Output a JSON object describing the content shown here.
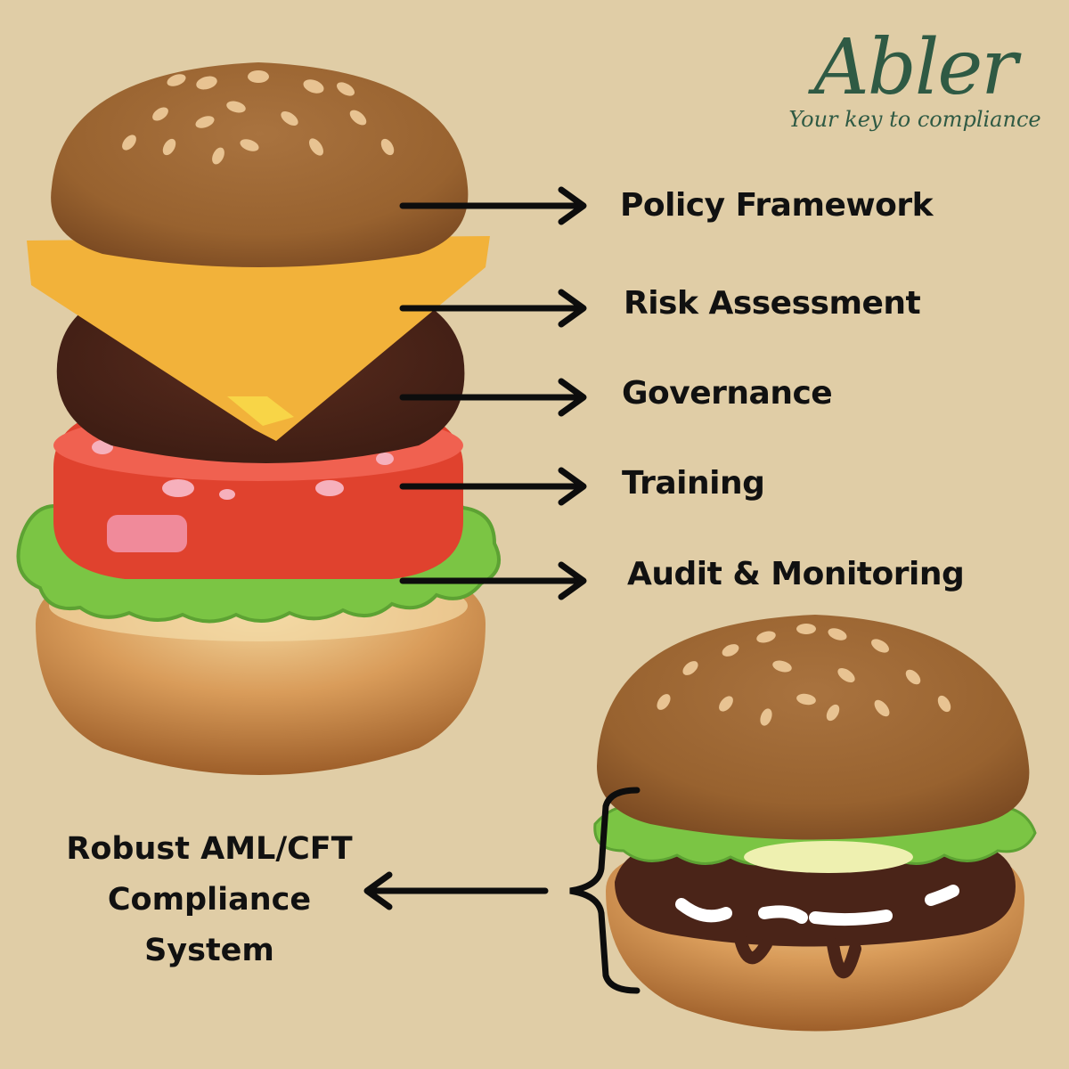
{
  "logo": {
    "wordmark": "Abler",
    "tagline": "Your key to compliance"
  },
  "layers": [
    {
      "label": "Policy Framework",
      "points_to": "top-bun"
    },
    {
      "label": "Risk Assessment",
      "points_to": "cheese"
    },
    {
      "label": "Governance",
      "points_to": "patty"
    },
    {
      "label": "Training",
      "points_to": "tomato"
    },
    {
      "label": "Audit & Monitoring",
      "points_to": "lettuce"
    }
  ],
  "result": {
    "lines": [
      "Robust AML/CFT",
      "Compliance",
      "System"
    ]
  },
  "colors": {
    "background": "#e0cda6",
    "bun": "#b47a42",
    "cheese": "#f2b23a",
    "patty": "#4a2418",
    "tomato": "#e0422e",
    "lettuce": "#7bc544",
    "arrow": "#0d0d0d",
    "logo": "#2f5a44"
  }
}
